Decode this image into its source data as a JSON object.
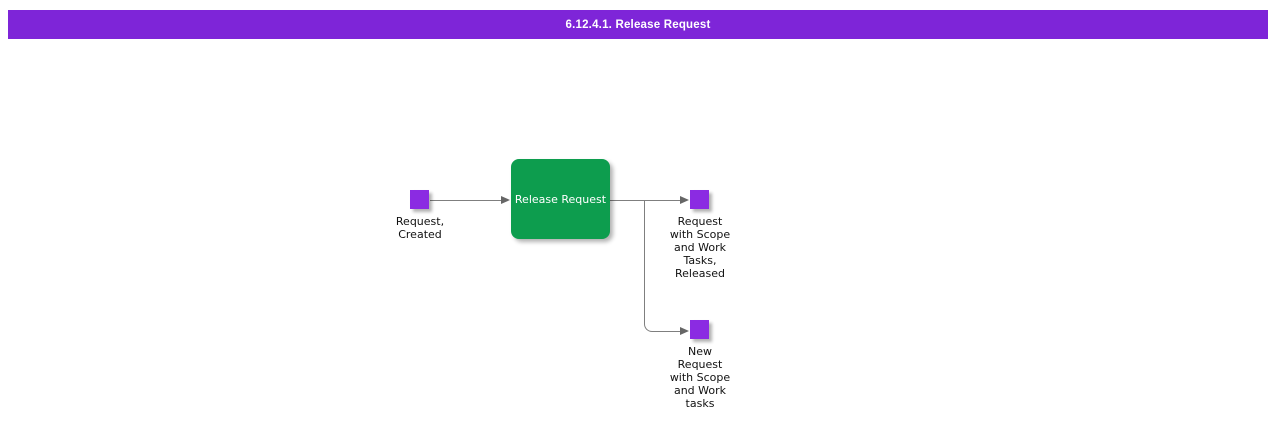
{
  "title": "6.12.4.1. Release Request",
  "colors": {
    "title_bar": "#7e25d8",
    "event_square": "#8b2be2",
    "task_box": "#0d9d4e",
    "task_text": "#ffffff",
    "connector": "#7f7f7f",
    "label_text": "#111111"
  },
  "nodes": {
    "start_event": {
      "label": "Request,\nCreated"
    },
    "task": {
      "label": "Release Request"
    },
    "end_event_released": {
      "label": "Request\nwith Scope\nand Work\nTasks,\nReleased"
    },
    "end_event_new_request": {
      "label": "New\nRequest\nwith Scope\nand Work\ntasks"
    }
  }
}
